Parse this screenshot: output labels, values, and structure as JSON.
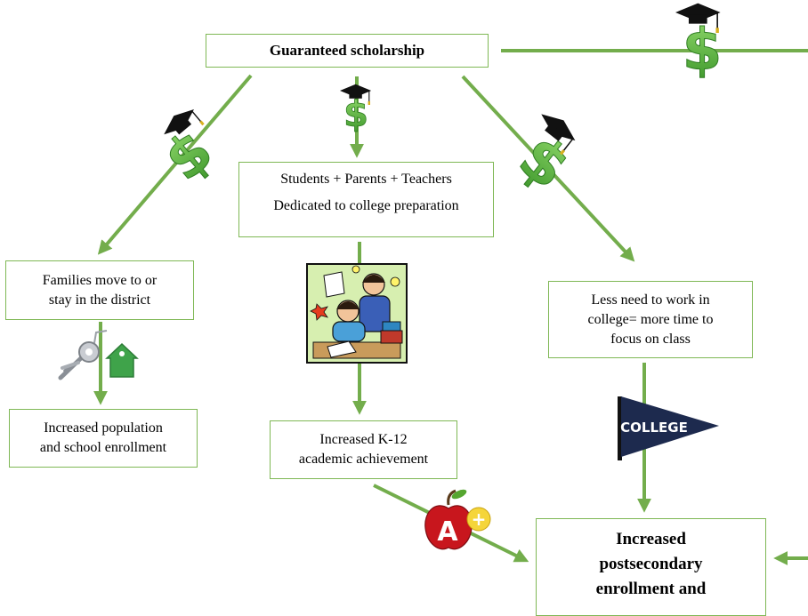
{
  "diagram": {
    "scholarship_box": {
      "label": "Guaranteed scholarship"
    },
    "stakeholders_box": {
      "line1": "Students + Parents + Teachers",
      "line2": "Dedicated to college preparation"
    },
    "families_box": {
      "line1": "Families move to or",
      "line2": "stay in the district"
    },
    "population_box": {
      "line1": "Increased population",
      "line2": "and school enrollment"
    },
    "k12_box": {
      "line1": "Increased K-12",
      "line2": "academic achievement"
    },
    "work_box": {
      "line1": "Less need to work in",
      "line2": "college= more time to",
      "line3": "focus on class"
    },
    "postsecondary_box": {
      "line1": "Increased",
      "line2": "postsecondary",
      "line3": "enrollment and"
    },
    "icons": {
      "dollar_symbol": "$",
      "pennant_text": "COLLEGE",
      "apple_text": "A",
      "apple_plus": "+"
    },
    "colors": {
      "arrow": "#73ad4c",
      "box_border": "#7fb855",
      "dollar": "#5db33e",
      "pennant": "#1d2a4e",
      "apple": "#c8161d"
    }
  }
}
